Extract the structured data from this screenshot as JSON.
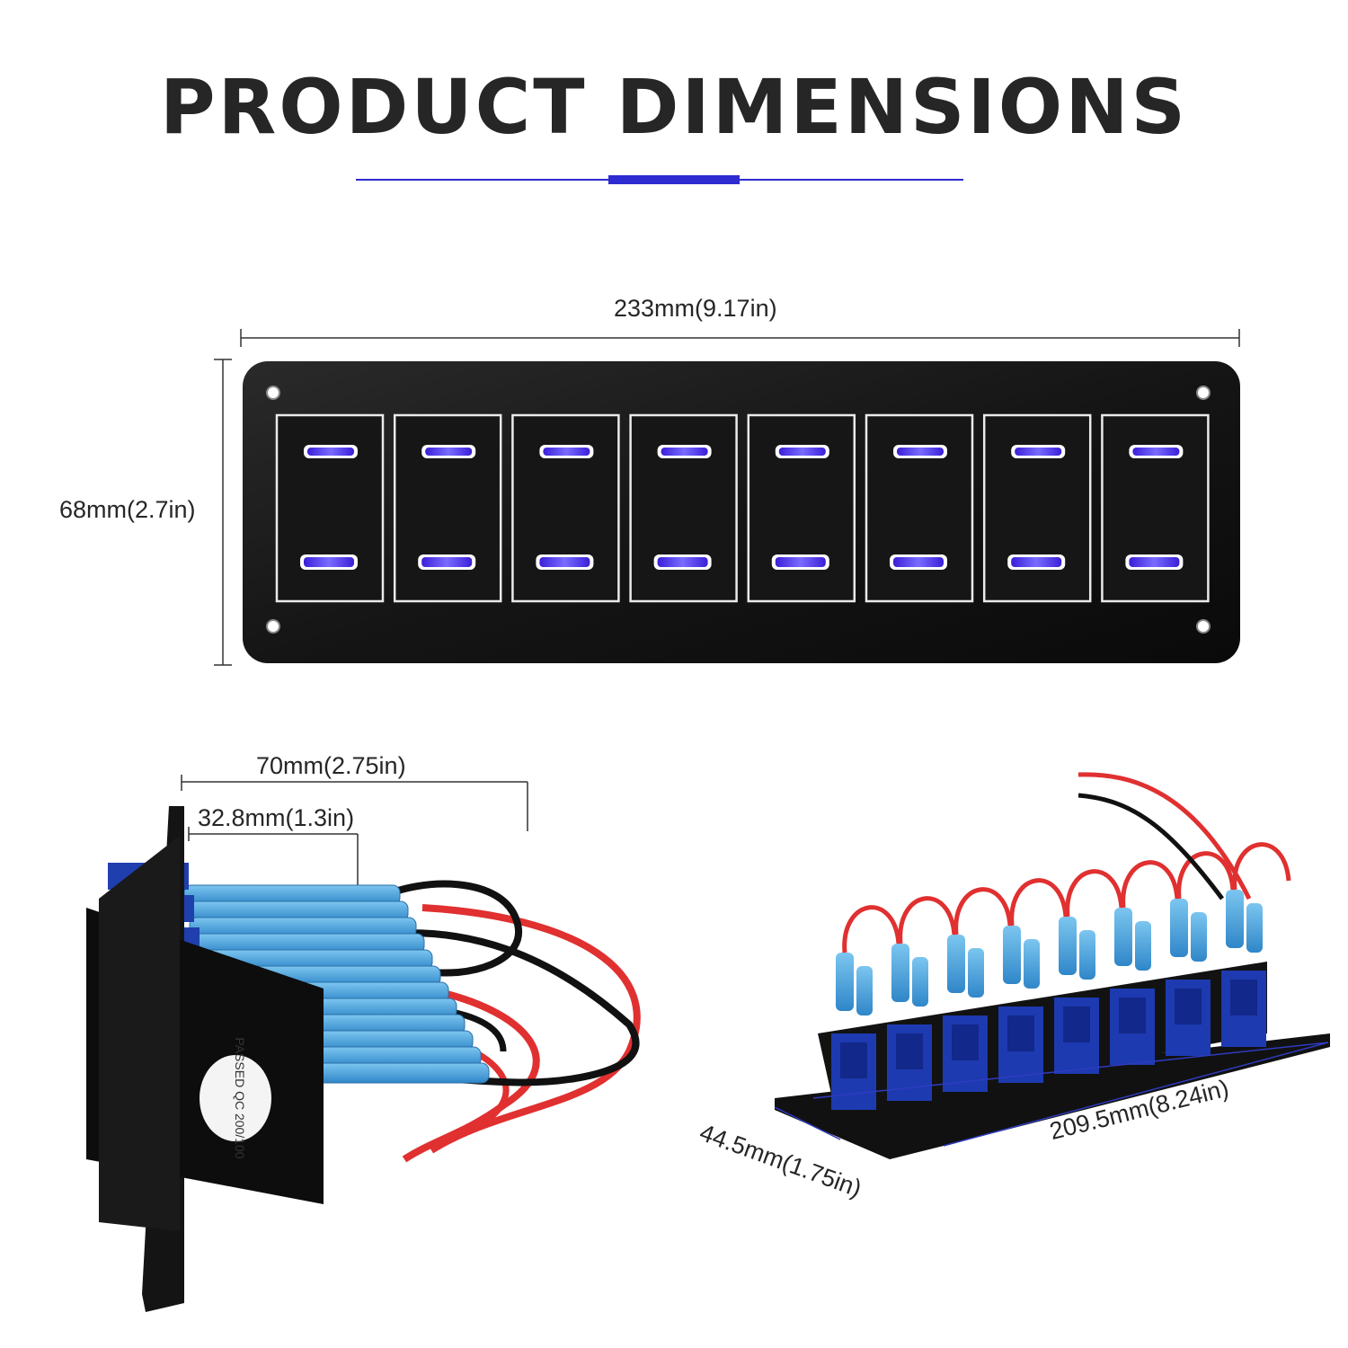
{
  "heading": "PRODUCT DIMENSIONS",
  "dimensions": {
    "width": "233mm(9.17in)",
    "height": "68mm(2.7in)",
    "depth_total": "70mm(2.75in)",
    "depth_body": "32.8mm(1.3in)",
    "base_width": "44.5mm(1.75in)",
    "base_length": "209.5mm(8.24in)"
  },
  "labels": {
    "qc_stamp": "PASSED QC 200/100"
  },
  "panel": {
    "switch_count": 8
  },
  "colors": {
    "accent": "#2e2bd0",
    "panel": "#141414",
    "led": "#5a3cf0",
    "wire_red": "#e03030",
    "wire_black": "#111111",
    "connector": "#4aa8e0"
  }
}
